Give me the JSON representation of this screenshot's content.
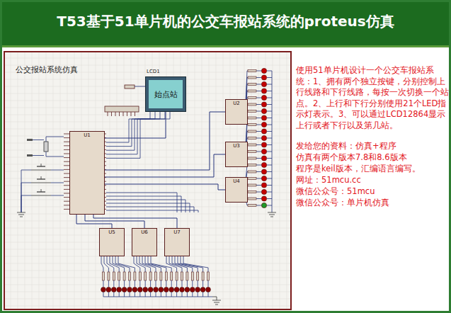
{
  "diagram": {
    "title": "T53基于51单片机的公交车报站系统的proteus仿真",
    "nodes": [
      {
        "text": [
          "公交报站系统仿真"
        ]
      },
      {
        "text": [
          "LCD1",
          "始点站"
        ],
        "in": 0
      },
      {
        "text": [
          "U1"
        ],
        "in": 0
      },
      {
        "text": [
          "U2"
        ],
        "in": 0
      },
      {
        "text": [
          "U3"
        ],
        "in": 0
      },
      {
        "text": [
          "U4"
        ],
        "in": 0
      },
      {
        "text": [
          "U5"
        ],
        "in": 0
      },
      {
        "text": [
          "U6"
        ],
        "in": 0
      },
      {
        "text": [
          "U7"
        ],
        "in": 0
      }
    ],
    "edges": [
      {
        "from": 2,
        "to": 1,
        "arrow": "none"
      },
      {
        "from": 2,
        "to": 3,
        "arrow": "none"
      },
      {
        "from": 2,
        "to": 4,
        "arrow": "none"
      },
      {
        "from": 2,
        "to": 5,
        "arrow": "none"
      },
      {
        "from": 2,
        "to": 6,
        "arrow": "none"
      },
      {
        "from": 2,
        "to": 7,
        "arrow": "none"
      },
      {
        "from": 2,
        "to": 8,
        "arrow": "none"
      }
    ],
    "labels": [
      "使用51单片机设计一个公交车报站系统：1、拥有两个独立按键，分别控制上行线路和下行线路，每按一次切换一个站点。2、上行和下行分别使用21个LED指示灯表示。3、可以通过LCD12864显示上行或者下行以及第几站。",
      "发给您的资料：仿真+程序",
      "仿真有两个版本7.8和8.6版本",
      "程序是keil版本，汇编语言编写。",
      "网址：51mcu.cc",
      "微信公众号：51mcu",
      "微信公众号：单片机仿真"
    ]
  }
}
